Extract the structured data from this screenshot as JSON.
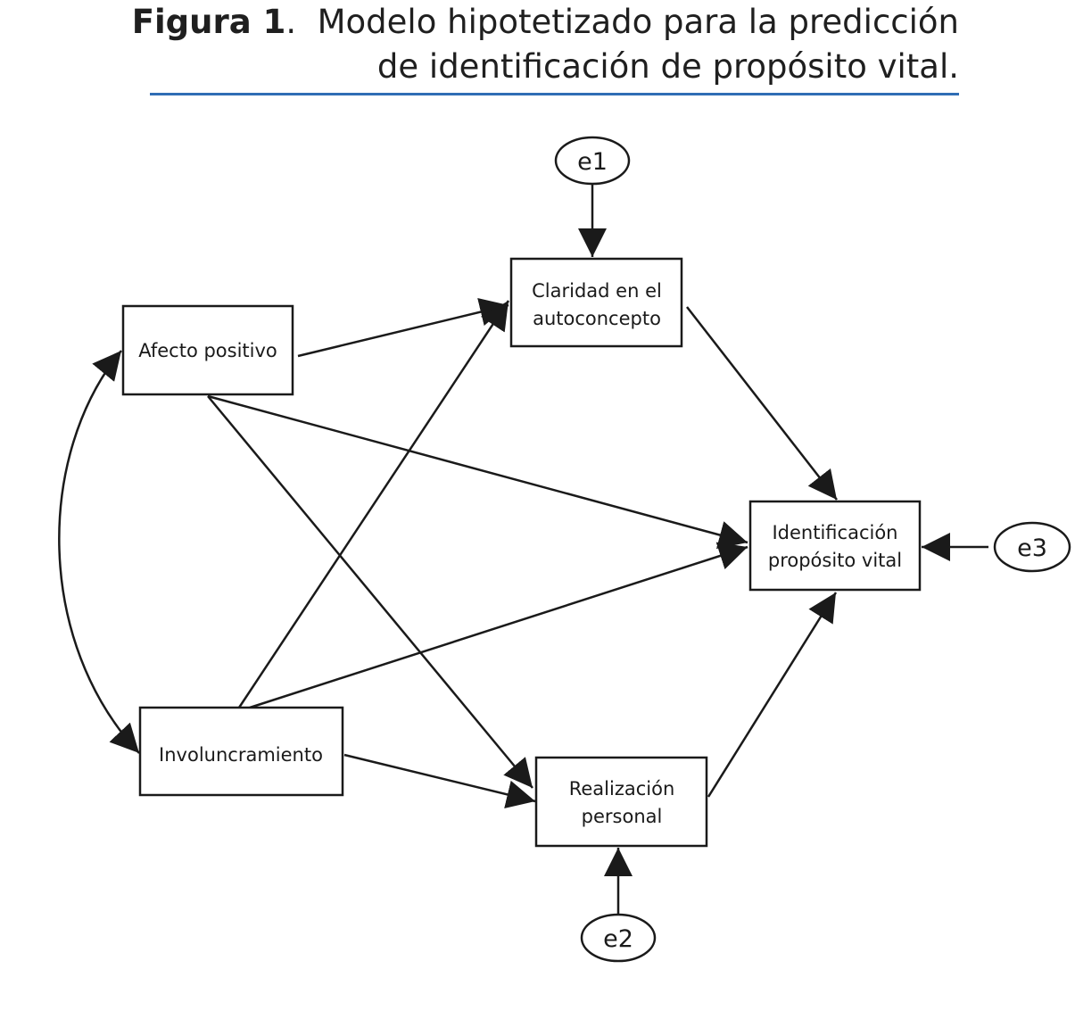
{
  "caption": {
    "label": "Figura 1",
    "sep": ".",
    "line1": "Modelo hipotetizado para la predicción",
    "line2": "de identificación de propósito vital."
  },
  "nodes": {
    "afecto": "Afecto positivo",
    "claridad_l1": "Claridad en el",
    "claridad_l2": "autoconcepto",
    "identificacion_l1": "Identificación",
    "identificacion_l2": "propósito vital",
    "involucramiento": "Involuncramiento",
    "realizacion_l1": "Realización",
    "realizacion_l2": "personal"
  },
  "errors": {
    "e1": "e1",
    "e2": "e2",
    "e3": "e3"
  },
  "colors": {
    "rule": "#2f6db5",
    "stroke": "#1a1a1a"
  }
}
